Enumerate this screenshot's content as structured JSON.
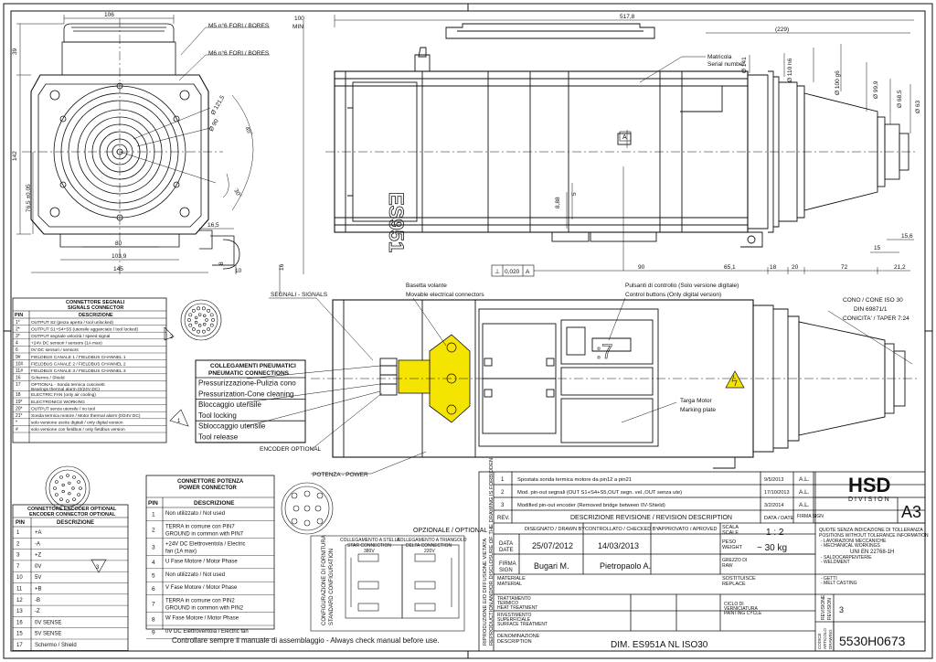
{
  "dims_top": {
    "d106": "106",
    "d100min": [
      "100",
      "MIN"
    ],
    "d5178": "517,8",
    "d229": "(229)",
    "d39": "39",
    "d142": "142",
    "d765": "76,5 ±0,05",
    "d80": "80",
    "d1039": "103,9",
    "d145": "145",
    "d165": "16,5",
    "d10": "10",
    "d16": "16",
    "d8": "8",
    "d90": "90",
    "d651": "65,1",
    "d18": "18",
    "d20": "20",
    "d72": "72",
    "d212": "21,2",
    "d15": "15",
    "d156": "15,6",
    "d30": "30°",
    "d45": "45°",
    "d1215": "Ø 121,5",
    "d90c": "Ø 90",
    "d888": "8,88",
    "d5": "5",
    "d141": "Ø 141",
    "d110": "Ø 110 h6",
    "d100": "Ø 100 g6",
    "d999": "Ø 99,9",
    "d685": "Ø 68,5",
    "d63": "Ø 63"
  },
  "labels": {
    "m5": "M5 n°6 FORI / BORES",
    "m6": "M6 n°6 FORI / BORES",
    "matricola": [
      "Matricola",
      "Serial number"
    ],
    "model_text": "ES951",
    "datum_a": "A",
    "tolerance": [
      "⊥",
      "0,020",
      "A"
    ],
    "segnali": "SEGNALI - SIGNALS",
    "basetta": [
      "Basetta volante",
      "Movable electrical connectors"
    ],
    "pulsanti": [
      "Pulsanti di controllo (Solo versione digitale)",
      "Control buttons (Only digital version)"
    ],
    "cono": [
      "CONO / CONE  ISO 30",
      "DIN 69871/1",
      "CONICITA' / TAPER 7:24"
    ],
    "targa": [
      "Targa Motor",
      "Marking plate"
    ],
    "encoder": "ENCODER OPTIONAL",
    "potenza": "POTENZA - POWER",
    "opzionale": "OPZIONALE / OPTIONAL",
    "manual": "Controllare sempre il manuale di assemblaggio - Always check manual before use.",
    "repro": [
      "RIPRODUZIONE E/O DIFFUSIONE VIETATA",
      "REPRODUCTION AND/OR DISCLOSURE OF THE DRAWING IS FORBIDDEN"
    ],
    "star": [
      "COLLEGAMENTO A STELLA",
      "STAR CONNECTION",
      "380V"
    ],
    "delta": [
      "COLLEGAMENTO A TRIANGOLO",
      "DELTA CONNECTION",
      "220V"
    ],
    "config": [
      "CONFIGURAZIONE DI FORNITURA",
      "STANDARD CONFIGURATION"
    ],
    "tri1": "1",
    "tri2": "2",
    "tri3": "3"
  },
  "signals_table": {
    "title": [
      "CONNETTORE SEGNALI",
      "SIGNALS CONNECTOR"
    ],
    "headers": [
      "PIN",
      "DESCRIZIONE"
    ],
    "rows": [
      [
        "1*",
        "OUTPUT S2 (pinza aperta / tool unlocked)"
      ],
      [
        "2*",
        "OUTPUT S1+S4+S5 (utensile agganciato / tool locked)"
      ],
      [
        "3*",
        "OUTPUT segnale velocità / speed signal"
      ],
      [
        "4",
        "+24V DC sensori / sensors (1A max)"
      ],
      [
        "6",
        "0V DC sensori / sensors"
      ],
      [
        "9#",
        "FIELDBUS CANALE 1 / FIELDBUS CHANNEL 1"
      ],
      [
        "10#",
        "FIELDBUS CANALE 2 / FIELDBUS CHANNEL 2"
      ],
      [
        "11#",
        "FIELDBUS CANALE 3 / FIELDBUS CHANNEL 3"
      ],
      [
        "16",
        "Schermo / Shield"
      ],
      [
        "17",
        "OPTIONAL - Sonda termica cuscinetti\nBearings thermal alarm (0/24V DC)"
      ],
      [
        "18",
        "ELECTRIC FAN (only air cooling)"
      ],
      [
        "19*",
        "ELECTRONICS WORKING"
      ],
      [
        "20*",
        "OUTPUT senza utensile / no tool"
      ],
      [
        "21*",
        "Sonda termica motore / Motor thermal alarm (0/24V DC)"
      ],
      [
        "*",
        "solo versione uscite digitali / only digital version"
      ],
      [
        "#",
        "solo versione con fieldbus / only fieldbus version"
      ]
    ]
  },
  "pneumatic_table": {
    "title": [
      "COLLEGAMENTI PNEUMATICI",
      "PNEUMATIC CONNECTIONS"
    ],
    "rows": [
      "Pressurizzazione-Pulizia cono",
      "Pressurization-Cone cleaning",
      "Bloccaggio utensile",
      "Tool locking",
      "Sbloccaggio utensile",
      "Tool release"
    ]
  },
  "encoder_table": {
    "title": [
      "CONNETTORE ENCODER OPTIONAL",
      "ENCODER CONNECTOR OPTIONAL"
    ],
    "headers": [
      "PIN",
      "DESCRIZIONE"
    ],
    "rows": [
      [
        "1",
        "+A"
      ],
      [
        "2",
        "-A"
      ],
      [
        "3",
        "+Z"
      ],
      [
        "7",
        "0V"
      ],
      [
        "10",
        "5V"
      ],
      [
        "11",
        "+B"
      ],
      [
        "12",
        "-B"
      ],
      [
        "13",
        "-Z"
      ],
      [
        "16",
        "0V SENSE"
      ],
      [
        "15",
        "5V SENSE"
      ],
      [
        "17",
        "Schermo / Shield"
      ]
    ]
  },
  "power_table": {
    "title": [
      "CONNETTORE POTENZA",
      "POWER CONNECTOR"
    ],
    "headers": [
      "PIN",
      "DESCRIZIONE"
    ],
    "rows": [
      [
        "1",
        "Non utilizzato / Not used"
      ],
      [
        "2",
        "TERRA in comune con PIN7\nGROUND in common with PIN7"
      ],
      [
        "3",
        "+24V DC Elettroventola  /  Electric\nfan (1A max)"
      ],
      [
        "4",
        "U Fase Motore / Motor Phase"
      ],
      [
        "5",
        "Non utilizzato / Not used"
      ],
      [
        "6",
        "V Fase Motore / Motor Phase"
      ],
      [
        "7",
        "TERRA in comune con PIN2\nGROUND in common with PIN2"
      ],
      [
        "8",
        "W Fase Motore / Motor Phase"
      ],
      [
        "9",
        "0V DC Elettroventola / Electric fan"
      ]
    ]
  },
  "revisions": {
    "rows": [
      [
        "1",
        "Spostata sonda termica motore da pin12 a pin21",
        "9/5/2013",
        "A.L."
      ],
      [
        "2",
        "Mod. pin-out segnali (OUT S1+S4+S5,OUT segn. vel.,OUT senza ute)",
        "17/10/2013",
        "A.L."
      ],
      [
        "3",
        "Modified pin-out encoder (Removed bridge between 0V-Shield)",
        "3/2/2014",
        "A.L."
      ]
    ],
    "header": [
      "REV.",
      "DESCRIZIONE REVISIONE / REVISION DESCRIPTION",
      "DATA / DATE",
      "FIRMA SIGN"
    ]
  },
  "title_block": {
    "logo": "HSD",
    "division": "DIVISION",
    "format": "A3",
    "drawn_label": [
      "DISEGNATO / DRAWN BY",
      "CONTROLLATO / CHECKED BY",
      "APPROVATO / APROVED"
    ],
    "scale_label": [
      "SCALA",
      "SCALE"
    ],
    "scale": "1 : 2",
    "date_label": [
      "DATA",
      "DATE"
    ],
    "drawn_date": "25/07/2012",
    "checked_date": "14/03/2013",
    "sign_label": [
      "FIRMA",
      "SIGN"
    ],
    "drawn_by": "Bugari M.",
    "checked_by": "Pietropaolo A.",
    "weight_label": [
      "PESO",
      "WEIGHT"
    ],
    "weight": "~ 30 kg",
    "raw_label": [
      "GREZZO DI",
      "RAW"
    ],
    "material_label": [
      "MATERIALE",
      "MATERIAL"
    ],
    "replace_label": [
      "SOSTITUISCE",
      "REPLACE"
    ],
    "heat_label": [
      "TRATTAMENTO",
      "TERMICO",
      "HEAT TREATMENT"
    ],
    "coat_label": [
      "RIVESTIMENTO",
      "SUPERFICIALE",
      "SURFACE TREATMENT"
    ],
    "paint_label": [
      "CICLO DI",
      "VERNICIATURA",
      "PAINTING CYCLE"
    ],
    "desc_label": [
      "DENOMINAZIONE",
      "DESCRIPTION"
    ],
    "description": "DIM. ES951A NL ISO30",
    "tolerance_note": [
      "QUOTE SENZA INDICAZIONE DI TOLLERANZA",
      "POSITIONS WITHOUT TOLERANCE INFORMATION",
      "- LAVORAZIONI MECCANICHE",
      "- MECHANICAL WORKINGS",
      "UNI EN 22768-1H",
      "- SALDOCARPENTERIE",
      "- WELDMENT",
      "- GETTI",
      "- MELT CASTING"
    ],
    "revision_label": [
      "REVISIONE",
      "REVISION"
    ],
    "revision": "3",
    "code_label": [
      "CODICE",
      "ARTICOLO",
      "DRAWING"
    ],
    "code": "5530H0673"
  },
  "colors": {
    "highlight": "#f5e400",
    "line": "#111111"
  }
}
